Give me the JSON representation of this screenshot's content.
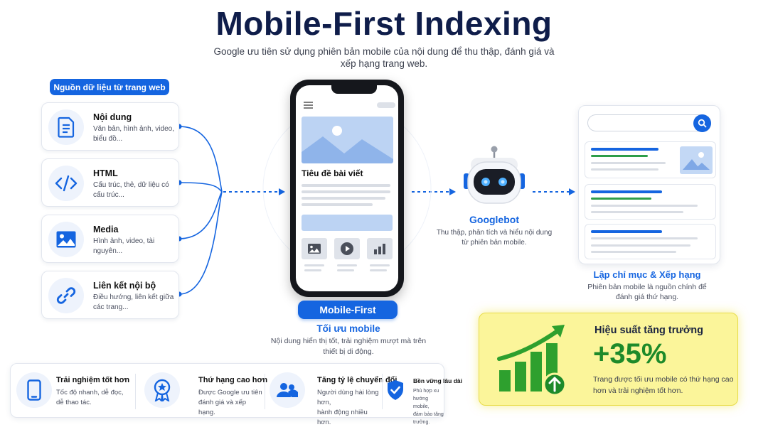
{
  "header": {
    "title": "Mobile-First Indexing",
    "subtitle": "Google ưu tiên sử dụng phiên bản mobile của nội dung để thu thập, đánh giá và xếp hạng trang web."
  },
  "sources": {
    "label": "Nguồn dữ liệu từ trang web",
    "items": [
      {
        "title": "Nội dung",
        "desc": "Văn bản, hình ảnh, video, biểu đồ...",
        "icon": "document-icon"
      },
      {
        "title": "HTML",
        "desc": "Cấu trúc, thẻ, dữ liệu có cấu trúc...",
        "icon": "code-icon"
      },
      {
        "title": "Media",
        "desc": "Hình ảnh, video, tài nguyên...",
        "icon": "image-icon"
      },
      {
        "title": "Liên kết nội bộ",
        "desc": "Điều hướng, liên kết giữa các trang...",
        "icon": "link-icon"
      }
    ]
  },
  "phone": {
    "article_title": "Tiêu đề bài viết"
  },
  "mobile_first": {
    "button_label": "Mobile-First",
    "title": "Tối ưu mobile",
    "desc": "Nội dung hiển thị tốt, trải nghiệm mượt mà trên thiết bị di động."
  },
  "googlebot": {
    "name": "Googlebot",
    "desc": "Thu thập, phân tích và hiểu nội dung từ phiên bản mobile."
  },
  "indexing": {
    "title": "Lập chỉ mục & Xếp hạng",
    "desc": "Phiên bản mobile là nguồn chính để đánh giá thứ hạng."
  },
  "growth": {
    "title": "Hiệu suất tăng trưởng",
    "value": "+35%",
    "desc": "Trang được tối ưu mobile có thứ hạng cao hơn và trải nghiệm tốt hơn."
  },
  "benefits": [
    {
      "title": "Trải nghiệm tốt hơn",
      "desc_1": "Tốc độ nhanh, dễ đọc,",
      "desc_2": "dễ thao tác.",
      "icon": "smartphone-icon"
    },
    {
      "title": "Thứ hạng cao hơn",
      "desc_1": "Được Google ưu tiên",
      "desc_2": "đánh giá và xếp hạng.",
      "icon": "award-icon"
    },
    {
      "title": "Tăng tỷ lệ chuyển đổi",
      "desc_1": "Người dùng hài lòng hơn,",
      "desc_2": "hành động nhiều hơn.",
      "icon": "users-icon"
    },
    {
      "title": "Bền vững lâu dài",
      "desc_1": "Phù hợp xu hướng mobile,",
      "desc_2": "đảm bảo tăng trưởng.",
      "icon": "shield-check-icon"
    }
  ],
  "colors": {
    "primary": "#1565e0",
    "navy": "#0f1d4a",
    "growth_bg": "#fbf59a",
    "growth_green": "#1d8a2a"
  }
}
